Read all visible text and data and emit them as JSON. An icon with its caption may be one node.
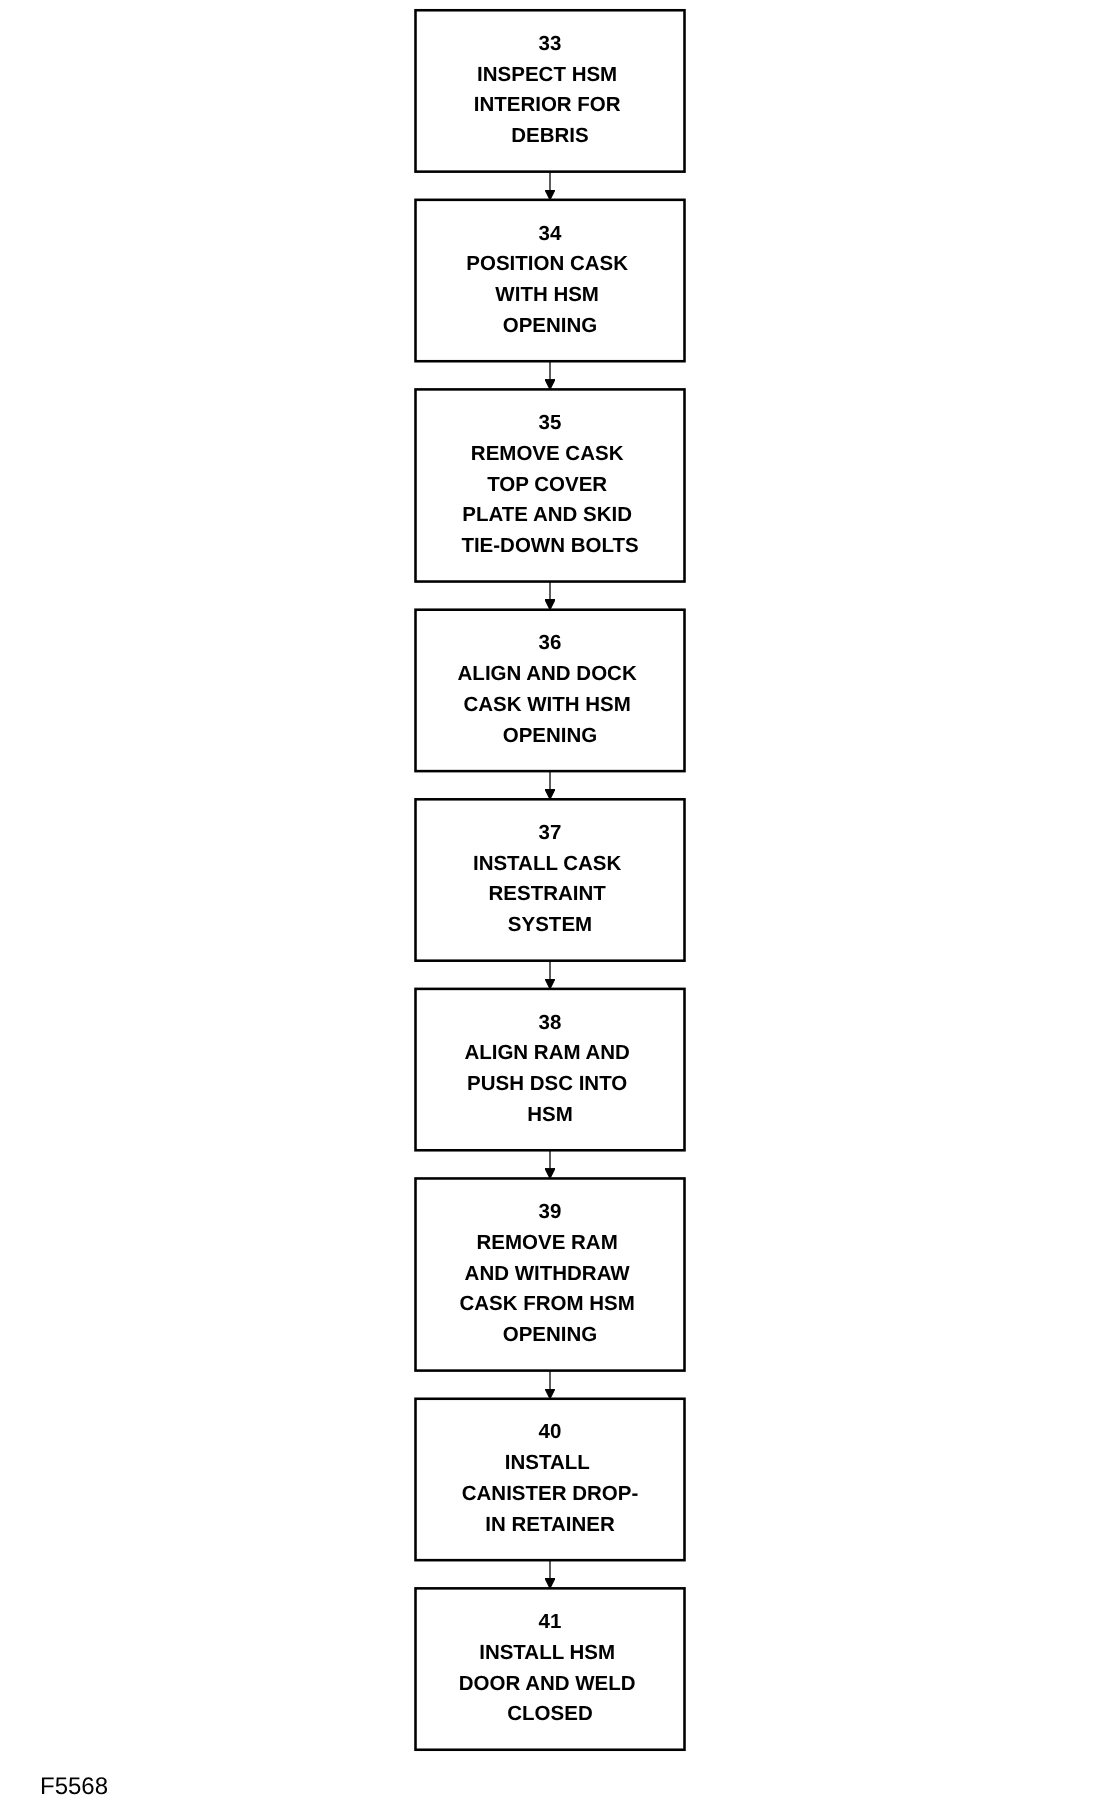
{
  "diagram": {
    "nodes": [
      {
        "text": [
          "33",
          "INSPECT HSM INTERIOR FOR DEBRIS"
        ]
      },
      {
        "text": [
          "34",
          "POSITION CASK WITH HSM OPENING"
        ]
      },
      {
        "text": [
          "35",
          "REMOVE CASK TOP COVER PLATE AND SKID TIE-DOWN BOLTS"
        ]
      },
      {
        "text": [
          "36",
          "ALIGN AND DOCK CASK WITH HSM OPENING"
        ]
      },
      {
        "text": [
          "37",
          "INSTALL CASK RESTRAINT SYSTEM"
        ]
      },
      {
        "text": [
          "38",
          "ALIGN RAM AND PUSH DSC INTO HSM"
        ]
      },
      {
        "text": [
          "39",
          "REMOVE RAM AND WITHDRAW CASK FROM HSM OPENING"
        ]
      },
      {
        "text": [
          "40",
          "INSTALL CANISTER DROP-IN RETAINER"
        ]
      },
      {
        "text": [
          "41",
          "INSTALL HSM DOOR AND WELD CLOSED"
        ]
      }
    ],
    "edges": [
      {
        "from": 0,
        "to": 1,
        "arrow": "to"
      },
      {
        "from": 1,
        "to": 2,
        "arrow": "to"
      },
      {
        "from": 2,
        "to": 3,
        "arrow": "to"
      },
      {
        "from": 3,
        "to": 4,
        "arrow": "to"
      },
      {
        "from": 4,
        "to": 5,
        "arrow": "to"
      },
      {
        "from": 5,
        "to": 6,
        "arrow": "to"
      },
      {
        "from": 6,
        "to": 7,
        "arrow": "to"
      },
      {
        "from": 7,
        "to": 8,
        "arrow": "to"
      }
    ],
    "labels": [
      "F5568"
    ]
  }
}
